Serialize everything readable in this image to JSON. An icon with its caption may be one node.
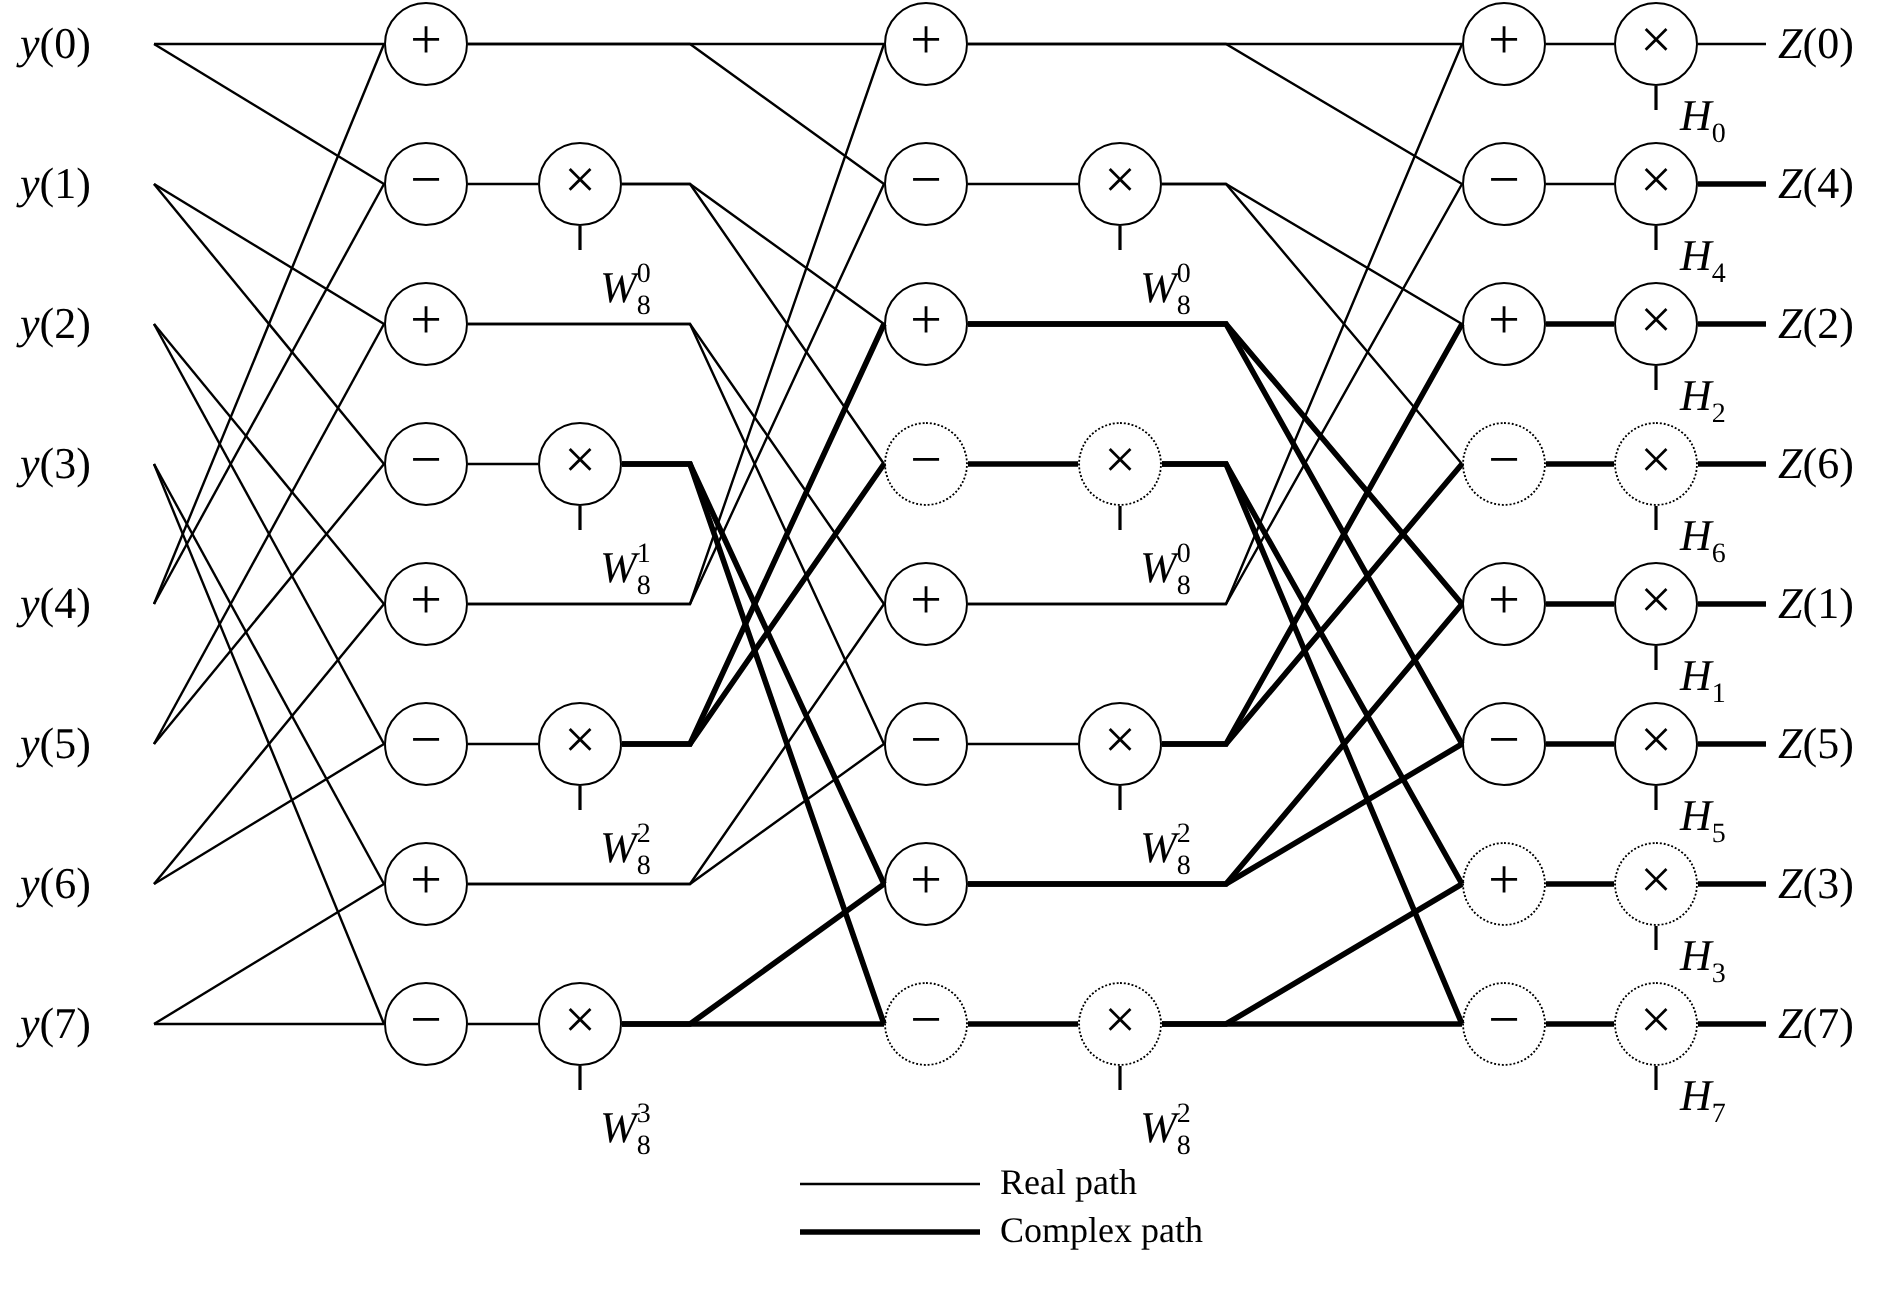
{
  "diagram": {
    "nodes": [
      {
        "text": [
          "*y*(0)"
        ]
      },
      {
        "text": [
          "*y*(1)"
        ]
      },
      {
        "text": [
          "*y*(2)"
        ]
      },
      {
        "text": [
          "*y*(3)"
        ]
      },
      {
        "text": [
          "*y*(4)"
        ]
      },
      {
        "text": [
          "*y*(5)"
        ]
      },
      {
        "text": [
          "*y*(6)"
        ]
      },
      {
        "text": [
          "*y*(7)"
        ]
      },
      {
        "text": [
          "+"
        ]
      },
      {
        "text": [
          "−"
        ]
      },
      {
        "text": [
          "+"
        ]
      },
      {
        "text": [
          "−"
        ]
      },
      {
        "text": [
          "+"
        ]
      },
      {
        "text": [
          "−"
        ]
      },
      {
        "text": [
          "+"
        ]
      },
      {
        "text": [
          "−"
        ]
      },
      {
        "text": [
          "×"
        ],
        "beside": [
          "*W*$_{8}$$^{0}$"
        ]
      },
      {
        "text": [
          "×"
        ],
        "beside": [
          "*W*$_{8}$$^{1}$"
        ]
      },
      {
        "text": [
          "×"
        ],
        "beside": [
          "*W*$_{8}$$^{2}$"
        ]
      },
      {
        "text": [
          "×"
        ],
        "beside": [
          "*W*$_{8}$$^{3}$"
        ]
      },
      {
        "text": [
          "+"
        ]
      },
      {
        "text": [
          "−"
        ]
      },
      {
        "text": [
          "+"
        ]
      },
      {
        "text": [
          "−"
        ]
      },
      {
        "text": [
          "+"
        ]
      },
      {
        "text": [
          "−"
        ]
      },
      {
        "text": [
          "+"
        ]
      },
      {
        "text": [
          "−"
        ]
      },
      {
        "text": [
          "×"
        ],
        "beside": [
          "*W*$_{8}$$^{0}$"
        ]
      },
      {
        "text": [
          "×"
        ],
        "beside": [
          "*W*$_{8}$$^{0}$"
        ]
      },
      {
        "text": [
          "×"
        ],
        "beside": [
          "*W*$_{8}$$^{2}$"
        ]
      },
      {
        "text": [
          "×"
        ],
        "beside": [
          "*W*$_{8}$$^{2}$"
        ]
      },
      {
        "text": [
          "+"
        ]
      },
      {
        "text": [
          "−"
        ]
      },
      {
        "text": [
          "+"
        ]
      },
      {
        "text": [
          "−"
        ]
      },
      {
        "text": [
          "+"
        ]
      },
      {
        "text": [
          "−"
        ]
      },
      {
        "text": [
          "+"
        ]
      },
      {
        "text": [
          "−"
        ]
      },
      {
        "text": [
          "×"
        ],
        "beside": [
          "*H*$_{0}$"
        ]
      },
      {
        "text": [
          "×"
        ],
        "beside": [
          "*H*$_{4}$"
        ]
      },
      {
        "text": [
          "×"
        ],
        "beside": [
          "*H*$_{2}$"
        ]
      },
      {
        "text": [
          "×"
        ],
        "beside": [
          "*H*$_{6}$"
        ]
      },
      {
        "text": [
          "×"
        ],
        "beside": [
          "*H*$_{1}$"
        ]
      },
      {
        "text": [
          "×"
        ],
        "beside": [
          "*H*$_{5}$"
        ]
      },
      {
        "text": [
          "×"
        ],
        "beside": [
          "*H*$_{3}$"
        ]
      },
      {
        "text": [
          "×"
        ],
        "beside": [
          "*H*$_{7}$"
        ]
      },
      {
        "text": [
          "*Z*(0)"
        ]
      },
      {
        "text": [
          "*Z*(4)"
        ]
      },
      {
        "text": [
          "*Z*(2)"
        ]
      },
      {
        "text": [
          "*Z*(6)"
        ]
      },
      {
        "text": [
          "*Z*(1)"
        ]
      },
      {
        "text": [
          "*Z*(5)"
        ]
      },
      {
        "text": [
          "*Z*(3)"
        ]
      },
      {
        "text": [
          "*Z*(7)"
        ]
      }
    ],
    "edges": [
      {
        "from": 0,
        "to": 8,
        "arrow": "none"
      },
      {
        "from": 0,
        "to": 9,
        "arrow": "none"
      },
      {
        "from": 1,
        "to": 10,
        "arrow": "none"
      },
      {
        "from": 1,
        "to": 11,
        "arrow": "none"
      },
      {
        "from": 2,
        "to": 12,
        "arrow": "none"
      },
      {
        "from": 2,
        "to": 13,
        "arrow": "none"
      },
      {
        "from": 3,
        "to": 14,
        "arrow": "none"
      },
      {
        "from": 3,
        "to": 15,
        "arrow": "none"
      },
      {
        "from": 4,
        "to": 8,
        "arrow": "none"
      },
      {
        "from": 4,
        "to": 9,
        "arrow": "none"
      },
      {
        "from": 5,
        "to": 10,
        "arrow": "none"
      },
      {
        "from": 5,
        "to": 11,
        "arrow": "none"
      },
      {
        "from": 6,
        "to": 12,
        "arrow": "none"
      },
      {
        "from": 6,
        "to": 13,
        "arrow": "none"
      },
      {
        "from": 7,
        "to": 14,
        "arrow": "none"
      },
      {
        "from": 7,
        "to": 15,
        "arrow": "none"
      },
      {
        "from": 9,
        "to": 16,
        "arrow": "none"
      },
      {
        "from": 11,
        "to": 17,
        "arrow": "none"
      },
      {
        "from": 13,
        "to": 18,
        "arrow": "none"
      },
      {
        "from": 15,
        "to": 19,
        "arrow": "none"
      },
      {
        "from": 8,
        "to": 20,
        "arrow": "none"
      },
      {
        "from": 8,
        "to": 21,
        "arrow": "none"
      },
      {
        "from": 16,
        "to": 22,
        "arrow": "none"
      },
      {
        "from": 16,
        "to": 23,
        "arrow": "none"
      },
      {
        "from": 10,
        "to": 24,
        "arrow": "none"
      },
      {
        "from": 10,
        "to": 25,
        "arrow": "none"
      },
      {
        "from": 17,
        "to": 26,
        "arrow": "none",
        "style": "thick"
      },
      {
        "from": 17,
        "to": 27,
        "arrow": "none",
        "style": "thick"
      },
      {
        "from": 12,
        "to": 20,
        "arrow": "none"
      },
      {
        "from": 12,
        "to": 21,
        "arrow": "none"
      },
      {
        "from": 18,
        "to": 22,
        "arrow": "none",
        "style": "thick"
      },
      {
        "from": 18,
        "to": 23,
        "arrow": "none",
        "style": "thick"
      },
      {
        "from": 14,
        "to": 24,
        "arrow": "none"
      },
      {
        "from": 14,
        "to": 25,
        "arrow": "none"
      },
      {
        "from": 19,
        "to": 26,
        "arrow": "none",
        "style": "thick"
      },
      {
        "from": 19,
        "to": 27,
        "arrow": "none",
        "style": "thick"
      },
      {
        "from": 21,
        "to": 28,
        "arrow": "none"
      },
      {
        "from": 23,
        "to": 29,
        "arrow": "none",
        "style": "thick"
      },
      {
        "from": 25,
        "to": 30,
        "arrow": "none"
      },
      {
        "from": 27,
        "to": 31,
        "arrow": "none",
        "style": "thick"
      },
      {
        "from": 20,
        "to": 32,
        "arrow": "none"
      },
      {
        "from": 20,
        "to": 33,
        "arrow": "none"
      },
      {
        "from": 28,
        "to": 34,
        "arrow": "none"
      },
      {
        "from": 28,
        "to": 35,
        "arrow": "none"
      },
      {
        "from": 22,
        "to": 36,
        "arrow": "none",
        "style": "thick"
      },
      {
        "from": 22,
        "to": 37,
        "arrow": "none",
        "style": "thick"
      },
      {
        "from": 29,
        "to": 38,
        "arrow": "none",
        "style": "thick"
      },
      {
        "from": 29,
        "to": 39,
        "arrow": "none",
        "style": "thick"
      },
      {
        "from": 24,
        "to": 32,
        "arrow": "none"
      },
      {
        "from": 24,
        "to": 33,
        "arrow": "none"
      },
      {
        "from": 30,
        "to": 34,
        "arrow": "none",
        "style": "thick"
      },
      {
        "from": 30,
        "to": 35,
        "arrow": "none",
        "style": "thick"
      },
      {
        "from": 26,
        "to": 36,
        "arrow": "none",
        "style": "thick"
      },
      {
        "from": 26,
        "to": 37,
        "arrow": "none",
        "style": "thick"
      },
      {
        "from": 31,
        "to": 38,
        "arrow": "none",
        "style": "thick"
      },
      {
        "from": 31,
        "to": 39,
        "arrow": "none",
        "style": "thick"
      },
      {
        "from": 32,
        "to": 40,
        "arrow": "none"
      },
      {
        "from": 33,
        "to": 41,
        "arrow": "none"
      },
      {
        "from": 34,
        "to": 42,
        "arrow": "none",
        "style": "thick"
      },
      {
        "from": 35,
        "to": 43,
        "arrow": "none",
        "style": "thick"
      },
      {
        "from": 36,
        "to": 44,
        "arrow": "none",
        "style": "thick"
      },
      {
        "from": 37,
        "to": 45,
        "arrow": "none",
        "style": "thick"
      },
      {
        "from": 38,
        "to": 46,
        "arrow": "none",
        "style": "thick"
      },
      {
        "from": 39,
        "to": 47,
        "arrow": "none",
        "style": "thick"
      },
      {
        "from": 40,
        "to": 48,
        "arrow": "none"
      },
      {
        "from": 41,
        "to": 49,
        "arrow": "none",
        "style": "thick"
      },
      {
        "from": 42,
        "to": 50,
        "arrow": "none",
        "style": "thick"
      },
      {
        "from": 43,
        "to": 51,
        "arrow": "none",
        "style": "thick"
      },
      {
        "from": 44,
        "to": 52,
        "arrow": "none",
        "style": "thick"
      },
      {
        "from": 45,
        "to": 53,
        "arrow": "none",
        "style": "thick"
      },
      {
        "from": 46,
        "to": 54,
        "arrow": "none",
        "style": "thick"
      },
      {
        "from": 47,
        "to": 55,
        "arrow": "none",
        "style": "thick"
      }
    ],
    "legend": [
      {
        "text": "Real path"
      },
      {
        "text": "Complex path"
      }
    ]
  }
}
